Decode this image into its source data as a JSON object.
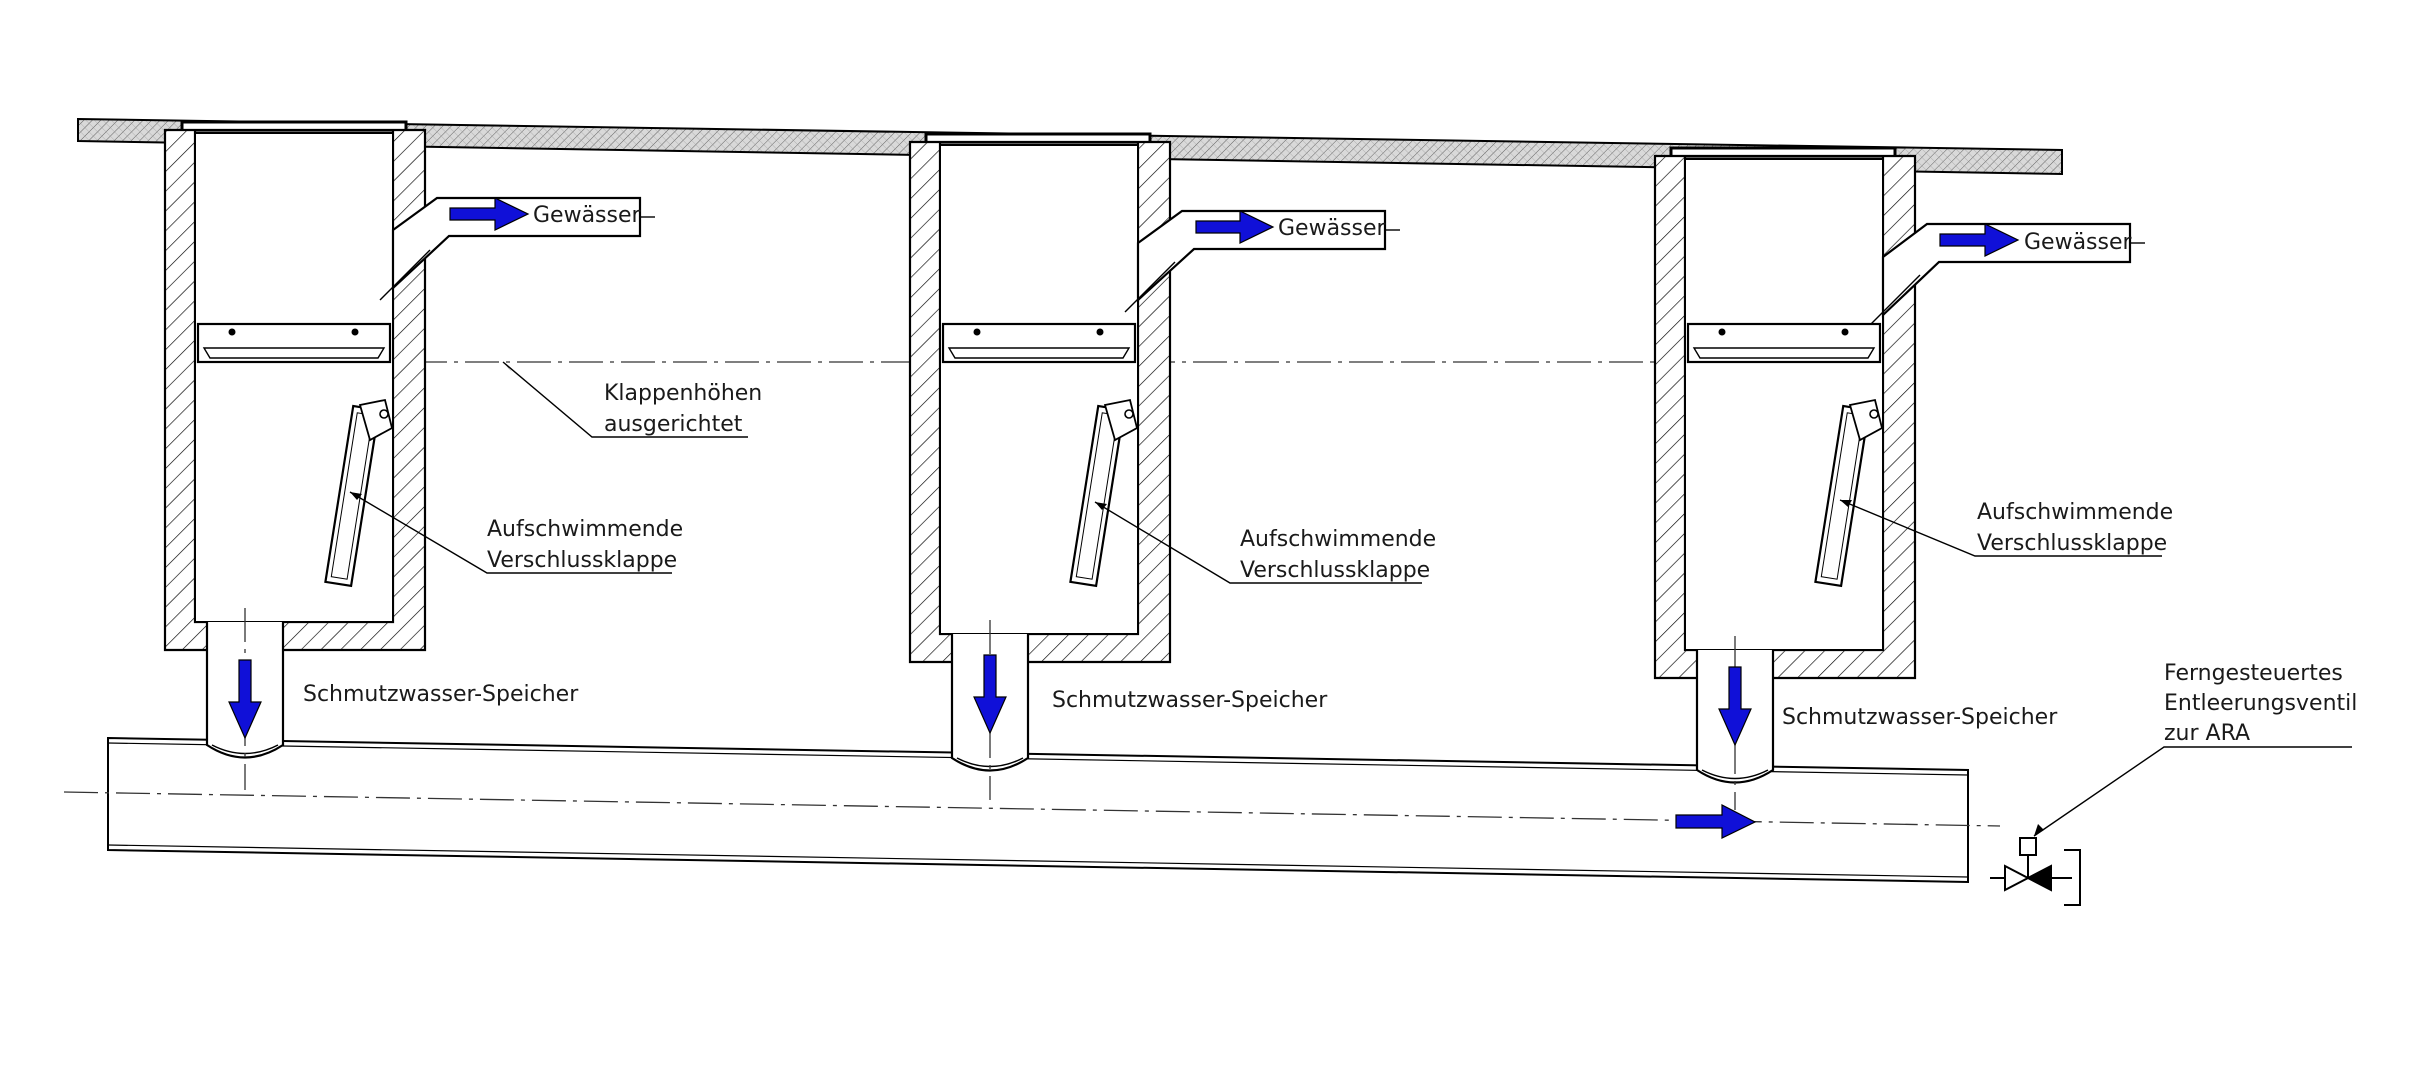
{
  "labels": {
    "outlet": "Gewässer",
    "flap_alignment": [
      "Klappenhöhen",
      "ausgerichtet"
    ],
    "floating_flap": [
      "Aufschwimmende",
      "Verschlussklappe"
    ],
    "storage": "Schmutzwasser-Speicher",
    "valve": [
      "Ferngesteuertes",
      "Entleerungsventil",
      "zur ARA"
    ]
  },
  "colors": {
    "flow_arrow": "#1010d8",
    "lines": "#000000",
    "text": "#1a1a1a"
  }
}
